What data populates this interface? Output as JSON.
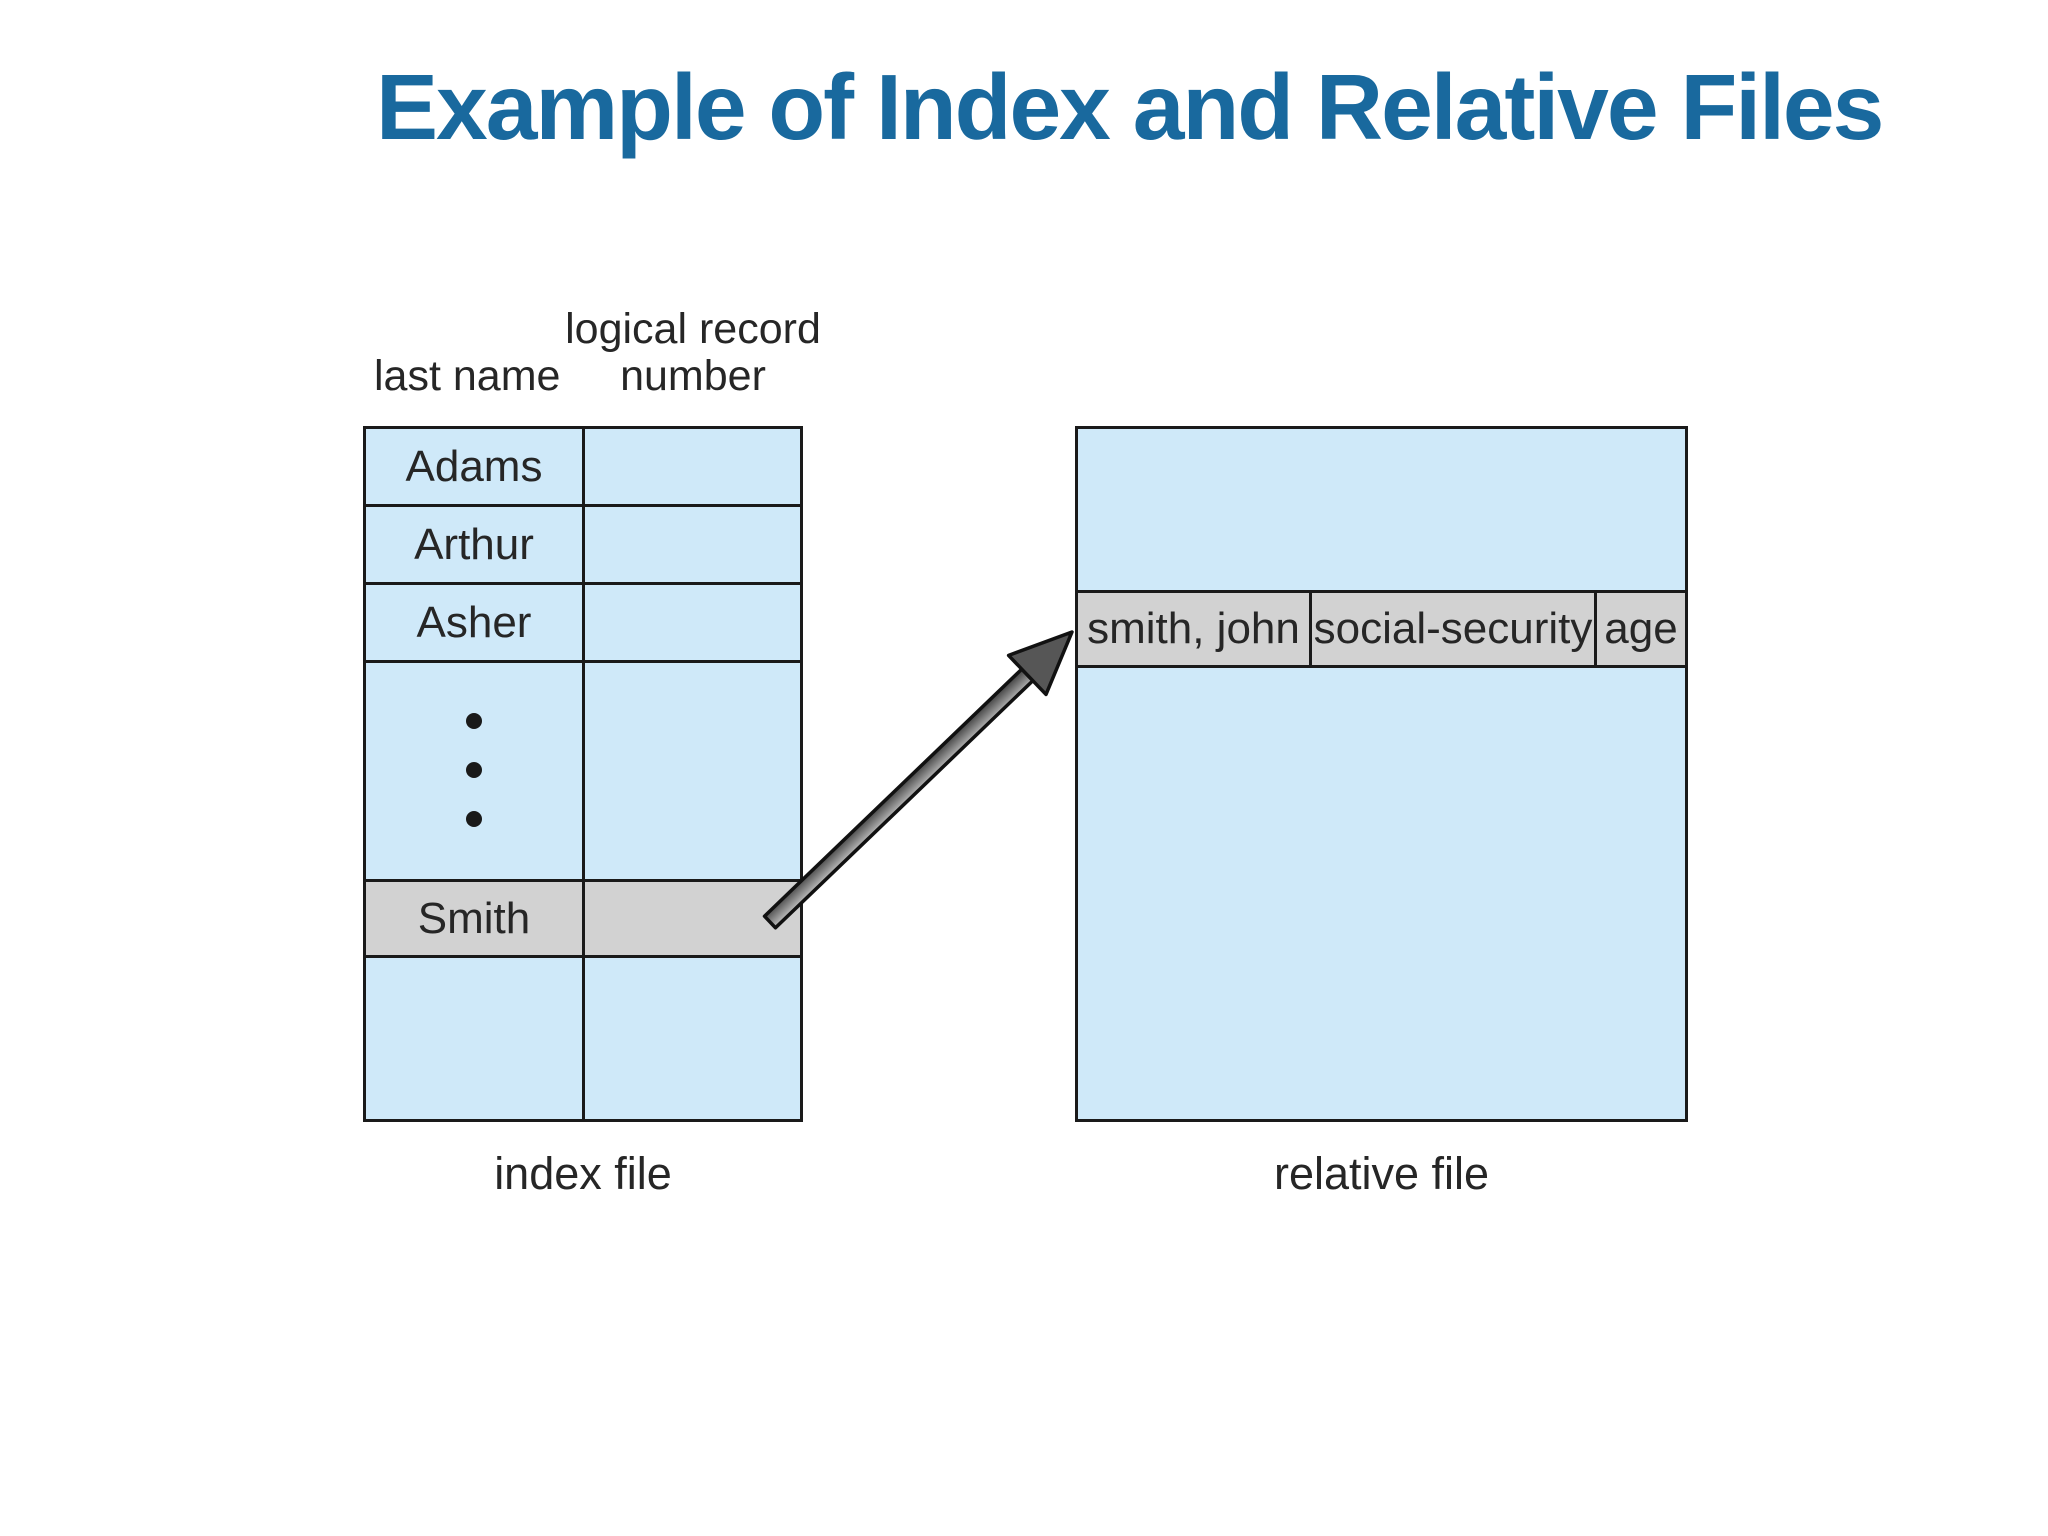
{
  "title": "Example of Index and Relative Files",
  "index_table": {
    "header": {
      "col1_label": "last name",
      "col2_label_line1": "logical record",
      "col2_label_line2": "number"
    },
    "rows": [
      "Adams",
      "Arthur",
      "Asher"
    ],
    "highlighted_row": "Smith",
    "caption": "index file"
  },
  "relative_table": {
    "record_cells": [
      "smith, john",
      "social-security",
      "age"
    ],
    "caption": "relative file"
  },
  "colors": {
    "title_blue": "#19699e",
    "cell_blue": "#cfe9f9",
    "highlight_gray": "#d2d2d2",
    "border_black": "#1a1a1a",
    "text_dark": "#262626",
    "arrow_dark": "#4f4f4f",
    "arrow_light": "#c0c0c0",
    "arrow_head": "#565656"
  }
}
